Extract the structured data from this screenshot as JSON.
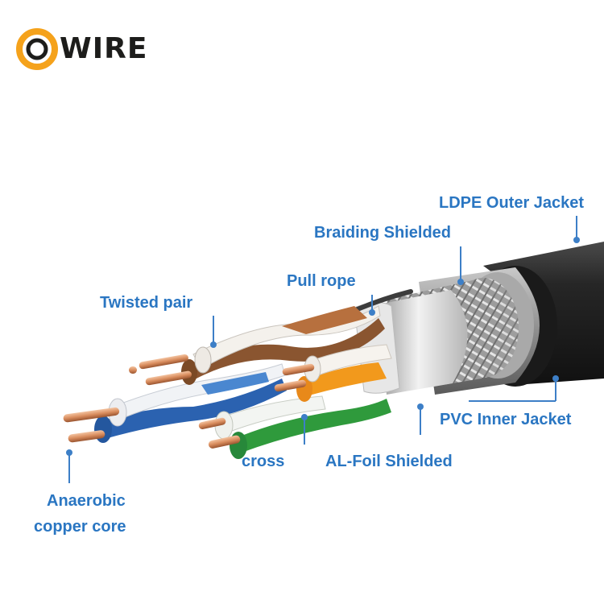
{
  "logo": {
    "text": "WIRE",
    "mark": "O-ring-logo",
    "colors": {
      "ring": "#f5a21b",
      "text": "#1d1d1b"
    }
  },
  "labels": {
    "ldpe_outer_jacket": "LDPE Outer Jacket",
    "braiding_shielded": "Braiding Shielded",
    "pull_rope": "Pull rope",
    "twisted_pair": "Twisted pair",
    "pvc_inner_jacket": "PVC Inner Jacket",
    "al_foil_shielded": "AL-Foil Shielded",
    "cross": "cross",
    "anaerobic_copper_core_line1": "Anaerobic",
    "anaerobic_copper_core_line2": "copper core"
  },
  "colors": {
    "label": "#2a76c2",
    "leader": "#3d7fc7",
    "copper": "#d98d5e",
    "jacket": "#2b2b2b"
  }
}
